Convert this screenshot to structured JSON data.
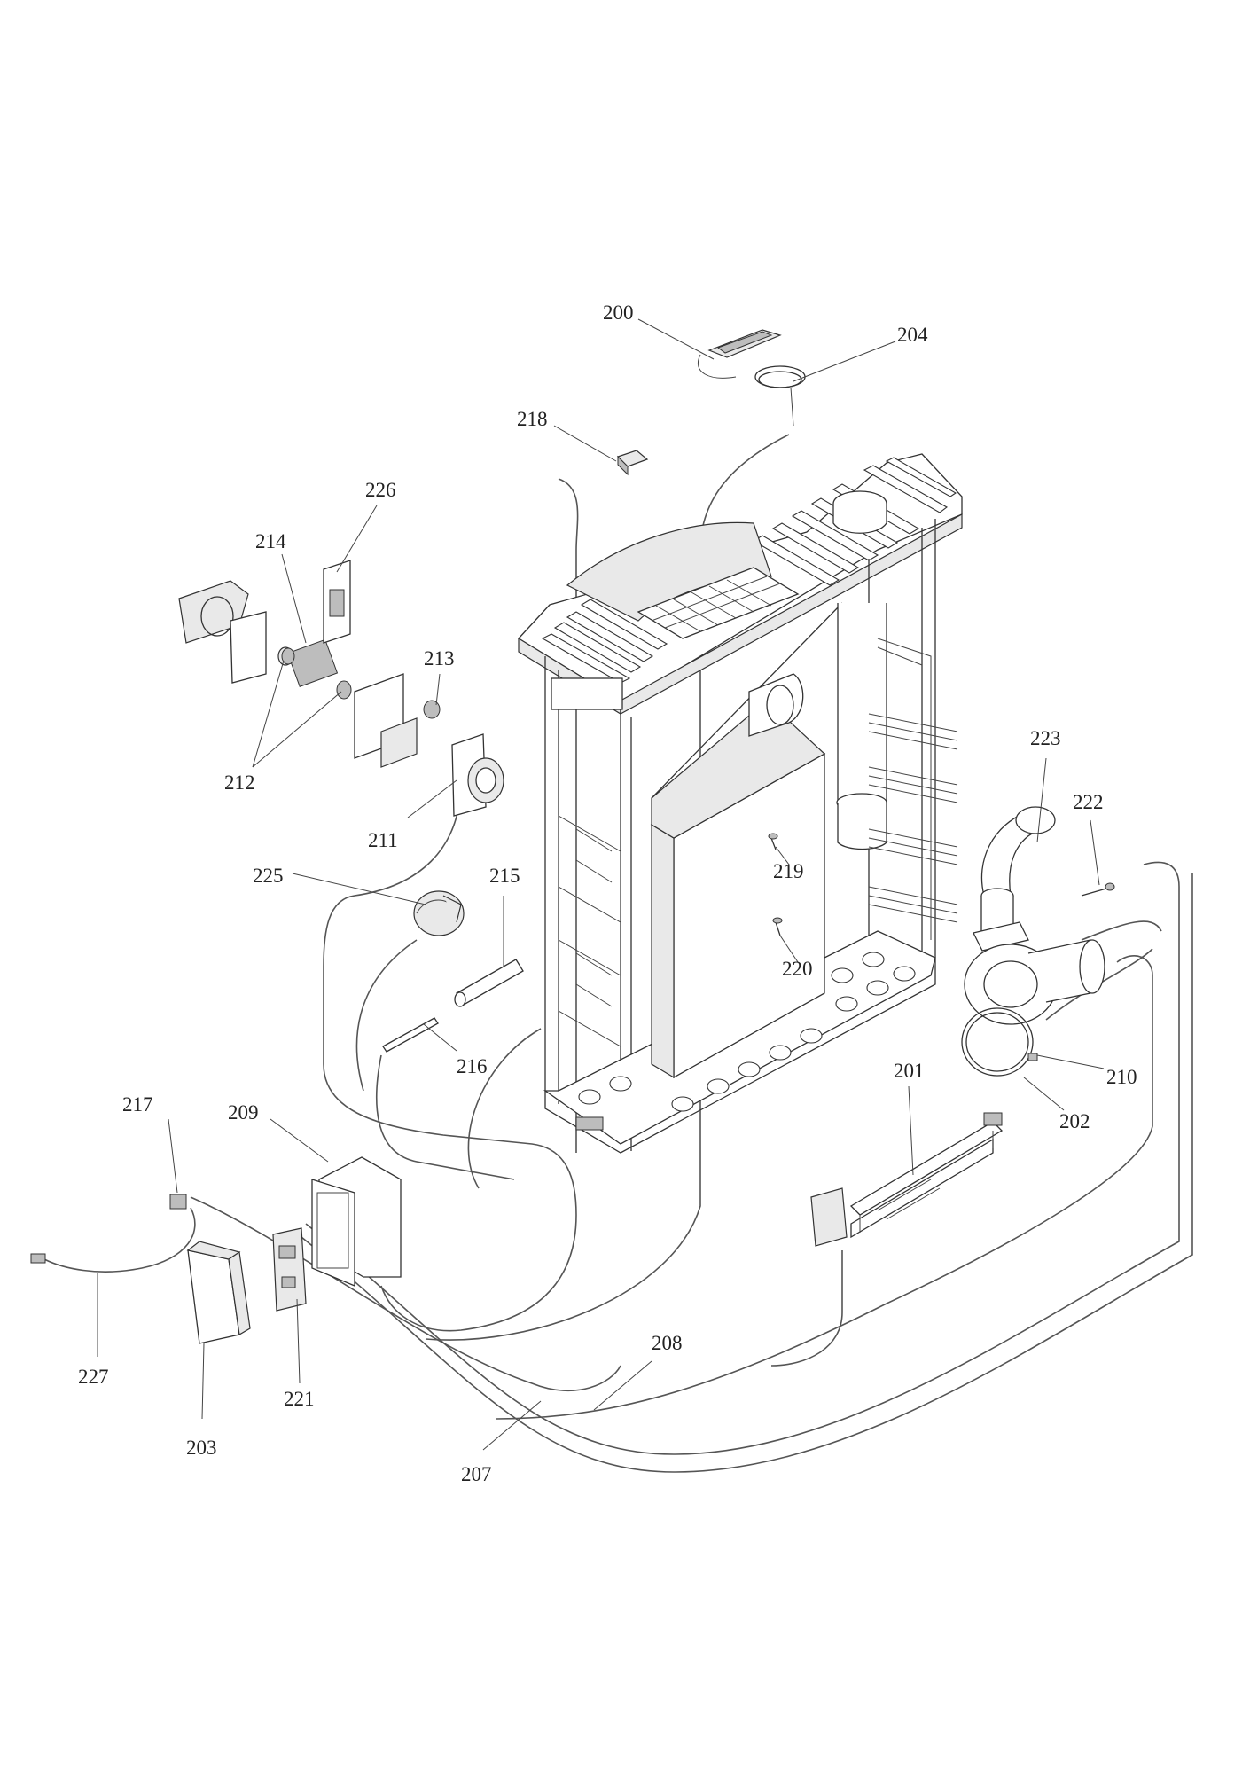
{
  "parts": [
    {
      "id": "200",
      "label": "200"
    },
    {
      "id": "204",
      "label": "204"
    },
    {
      "id": "218",
      "label": "218"
    },
    {
      "id": "226",
      "label": "226"
    },
    {
      "id": "214",
      "label": "214"
    },
    {
      "id": "213",
      "label": "213"
    },
    {
      "id": "212",
      "label": "212"
    },
    {
      "id": "211",
      "label": "211"
    },
    {
      "id": "223",
      "label": "223"
    },
    {
      "id": "222",
      "label": "222"
    },
    {
      "id": "225",
      "label": "225"
    },
    {
      "id": "215",
      "label": "215"
    },
    {
      "id": "219",
      "label": "219"
    },
    {
      "id": "220",
      "label": "220"
    },
    {
      "id": "216",
      "label": "216"
    },
    {
      "id": "210",
      "label": "210"
    },
    {
      "id": "201",
      "label": "201"
    },
    {
      "id": "202",
      "label": "202"
    },
    {
      "id": "217",
      "label": "217"
    },
    {
      "id": "209",
      "label": "209"
    },
    {
      "id": "227",
      "label": "227"
    },
    {
      "id": "221",
      "label": "221"
    },
    {
      "id": "208",
      "label": "208"
    },
    {
      "id": "203",
      "label": "203"
    },
    {
      "id": "207",
      "label": "207"
    }
  ]
}
